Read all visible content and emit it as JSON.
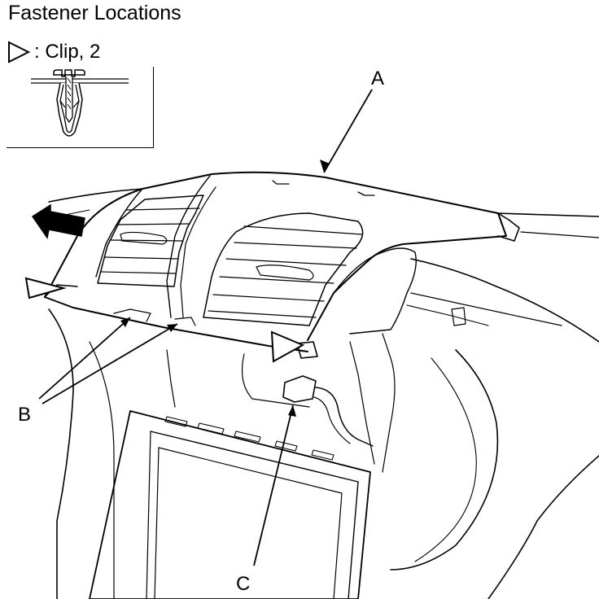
{
  "title": "Fastener Locations",
  "legend": {
    "symbol": "triangle-outline-icon",
    "text": ": Clip, 2"
  },
  "callouts": {
    "a": "A",
    "b": "B",
    "c": "C"
  }
}
